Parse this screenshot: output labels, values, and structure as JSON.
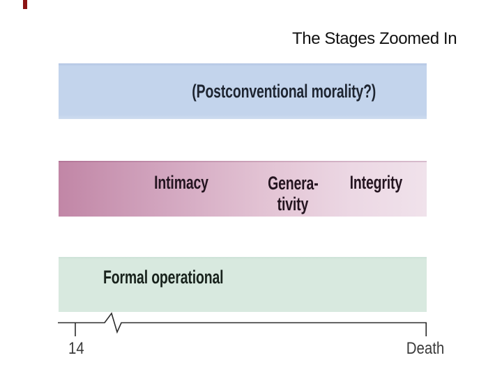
{
  "slide": {
    "background": "#ffffff",
    "red_tick_color": "#8c1414"
  },
  "title": {
    "text": "The Stages Zoomed In",
    "color": "#111111"
  },
  "stage_rows": {
    "moral": {
      "label": "(Postconventional morality?)",
      "bg": "#c3d4ec",
      "text_color": "#1e2531"
    },
    "psychosocial": {
      "bg_left": "#c186a6",
      "bg_mid": "#e2c2d3",
      "bg_right": "#f0e2eb",
      "text_color": "#241420",
      "labels": {
        "intimacy": "Intimacy",
        "generativity_line1": "Genera-",
        "generativity_line2": "tivity",
        "integrity": "Integrity"
      }
    },
    "cognitive": {
      "label": "Formal operational",
      "bg": "#d8e9df",
      "text_color": "#18221c"
    }
  },
  "timeline": {
    "start_label": "14",
    "end_label": "Death",
    "line_color": "#2b2b2b",
    "label_color": "#3a3a3a",
    "has_break_symbol": true
  }
}
